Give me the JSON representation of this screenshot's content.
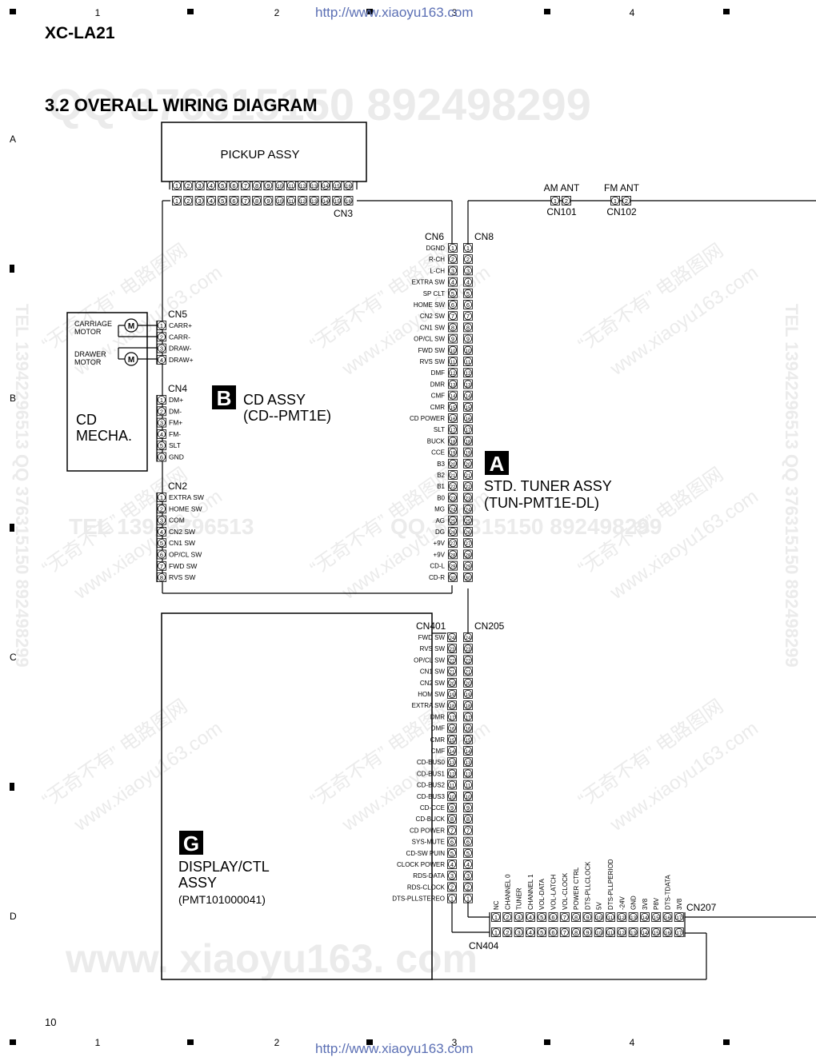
{
  "header": {
    "model": "XC-LA21",
    "url": "http://www.xiaoyu163.com"
  },
  "section_title": "3.2 OVERALL WIRING DIAGRAM",
  "page_number": "10",
  "col_markers": [
    "1",
    "2",
    "3",
    "4"
  ],
  "row_markers": [
    "A",
    "B",
    "C",
    "D"
  ],
  "watermarks": {
    "qq_large": "QQ 376315150    892498299",
    "tel_row": "TEL 13942296513",
    "qq_row": "QQ 376315150  892498299",
    "side": "TEL 13942296513  QQ 376315150  892498299",
    "chinese": "“无奇不有”  电路图网",
    "site": "www.xiaoyu163.com",
    "bottom": "www. xiaoyu163. com"
  },
  "blocks": {
    "pickup": {
      "label": "PICKUP ASSY"
    },
    "cd_mecha": {
      "label_1": "CD",
      "label_2": "MECHA.",
      "carriage": "CARRIAGE MOTOR",
      "drawer": "DRAWER MOTOR",
      "motor_symbol": "M"
    },
    "cd_assy": {
      "letter": "B",
      "name": "CD ASSY",
      "part": "(CD--PMT1E)"
    },
    "tuner": {
      "letter": "A",
      "name": "STD. TUNER ASSY",
      "part": "(TUN-PMT1E-DL)"
    },
    "display": {
      "letter": "G",
      "name_1": "DISPLAY/CTL",
      "name_2": "ASSY",
      "part": "(PMT101000041)"
    }
  },
  "antennas": {
    "am": "AM ANT",
    "fm": "FM ANT",
    "cn_am": "CN101",
    "cn_fm": "CN102"
  },
  "connectors": {
    "cn3": "CN3",
    "cn5": "CN5",
    "cn4": "CN4",
    "cn2": "CN2",
    "cn6": "CN6",
    "cn8": "CN8",
    "cn401": "CN401",
    "cn205": "CN205",
    "cn207": "CN207",
    "cn404": "CN404"
  },
  "cn5_pins": [
    "CARR+",
    "CARR-",
    "DRAW-",
    "DRAW+"
  ],
  "cn4_pins": [
    "DM+",
    "DM-",
    "FM+",
    "FM-",
    "SLT",
    "GND"
  ],
  "cn2_pins": [
    "EXTRA SW",
    "HOME SW",
    "COM",
    "CN2 SW",
    "CN1 SW",
    "OP/CL SW",
    "FWD SW",
    "RVS SW"
  ],
  "cn6_pins": [
    "DGND",
    "R-CH",
    "L-CH",
    "EXTRA SW",
    "SP CLT",
    "HOME SW",
    "CN2 SW",
    "CN1 SW",
    "OP/CL SW",
    "FWD SW",
    "RVS SW",
    "DMF",
    "DMR",
    "CMF",
    "CMR",
    "CD POWER",
    "SLT",
    "BUCK",
    "CCE",
    "B3",
    "B2",
    "B1",
    "B0",
    "MG",
    "AG",
    "DG",
    "+9V",
    "+9V",
    "CD-L",
    "CD-R"
  ],
  "cn401_pins": [
    "FWD SW",
    "RVS SW",
    "OP/CL SW",
    "CN1 SW",
    "CN2 SW",
    "HOM SW",
    "EXTRA SW",
    "DMR",
    "DMF",
    "CMR",
    "CMF",
    "CD-BUS0",
    "CD-BUS1",
    "CD-BUS2",
    "CD-BUS3",
    "CD-CCE",
    "CD-BUCK",
    "CD POWER",
    "SYS-MUTE",
    "CD-SW PUIN",
    "CLOCK POWER",
    "RDS-DATA",
    "RDS-CLOCK",
    "DTS-PLLSTEREO"
  ],
  "cn207_pins": [
    "NC",
    "CHANNEL 0",
    "TUNER",
    "CHANNEL 1",
    "VOL-DATA",
    "VOL-LATCH",
    "VOL-CLOCK",
    "POWER CTRL",
    "DTS-PLLCLOCK",
    "5V",
    "DTS-PLLPERIOD",
    "-24V",
    "GND",
    "3V8",
    "P8V",
    "DTS-TDATA",
    "3V8"
  ],
  "pin_counts": {
    "pickup": 16,
    "cn6": 30,
    "cn205": 24,
    "cn207": 17
  },
  "colors": {
    "line": "#000000",
    "url": "#5b6fb4",
    "watermark": "#ebebeb"
  }
}
